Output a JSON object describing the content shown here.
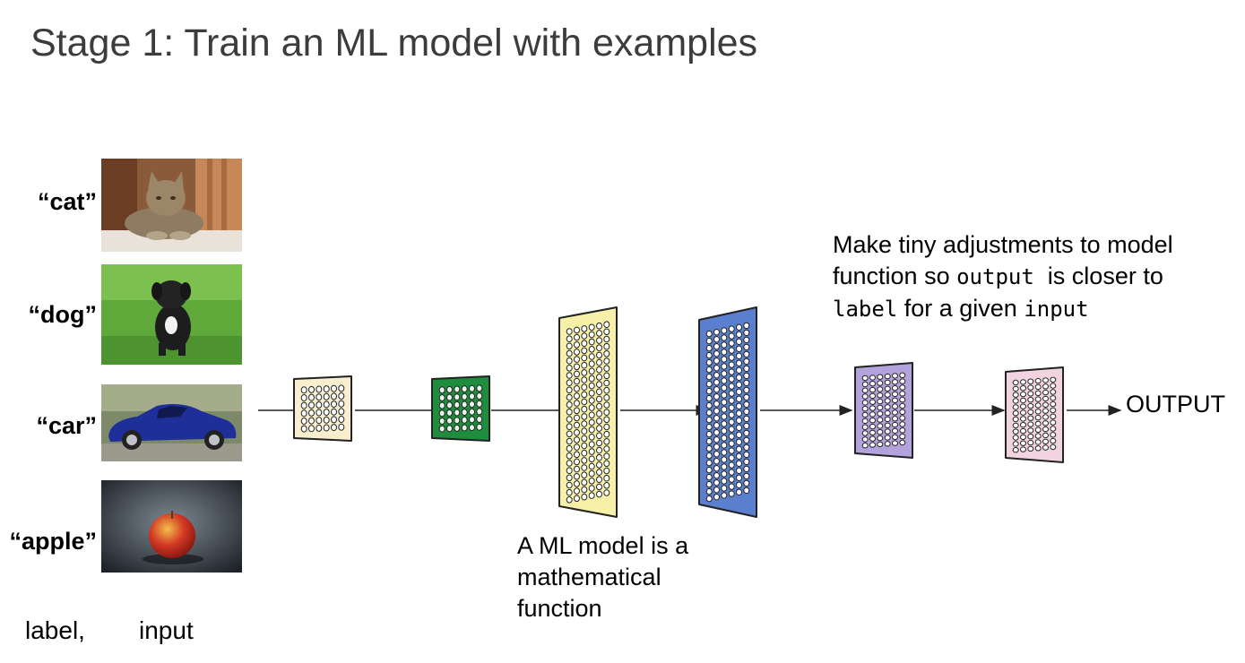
{
  "title": "Stage 1: Train an ML model with examples",
  "examples": [
    {
      "label": "“cat”",
      "image": "cat-photo"
    },
    {
      "label": "“dog”",
      "image": "dog-photo"
    },
    {
      "label": "“car”",
      "image": "car-photo"
    },
    {
      "label": "“apple”",
      "image": "apple-photo"
    }
  ],
  "footer": {
    "label": "label,",
    "input": "input"
  },
  "note_top": {
    "line1": "Make tiny adjustments to model",
    "line2_a": "function so ",
    "line2_code": "output",
    "line2_b": "  is closer to",
    "line3_code_a": "label",
    "line3_mid": " for a given ",
    "line3_code_b": "input"
  },
  "note_bottom": {
    "line1": "A ML model is a",
    "line2": "mathematical",
    "line3": "function"
  },
  "output_label": "OUTPUT",
  "layers": [
    {
      "color": "#f8efcf",
      "cols": 6,
      "rows": 6
    },
    {
      "color": "#1e8e3e",
      "cols": 6,
      "rows": 6
    },
    {
      "color": "#f6f0a8",
      "cols": 6,
      "rows": 24
    },
    {
      "color": "#5b7fcf",
      "cols": 6,
      "rows": 24
    },
    {
      "color": "#b2a3dc",
      "cols": 6,
      "rows": 12
    },
    {
      "color": "#f2d4e0",
      "cols": 6,
      "rows": 12
    }
  ]
}
